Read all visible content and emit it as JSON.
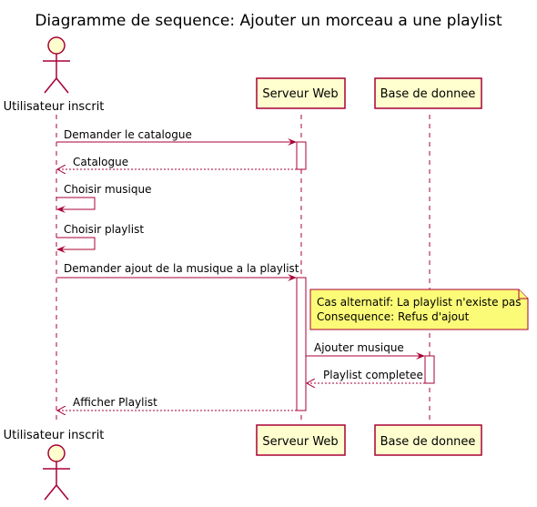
{
  "title": "Diagramme de sequence: Ajouter un morceau a une playlist",
  "participants": {
    "user": "Utilisateur inscrit",
    "web": "Serveur Web",
    "db": "Base de donnee"
  },
  "messages": [
    "Demander le catalogue",
    "Catalogue",
    "Choisir musique",
    "Choisir playlist",
    "Demander ajout de la musique a la playlist",
    "Ajouter musique",
    "Playlist completee",
    "Afficher Playlist"
  ],
  "note": {
    "line1": "Cas alternatif: La playlist n'existe pas",
    "line2": "Consequence: Refus d'ajout"
  },
  "colors": {
    "border": "#A80036",
    "participant_fill": "#FEFECE",
    "note_fill": "#FBFB77"
  }
}
